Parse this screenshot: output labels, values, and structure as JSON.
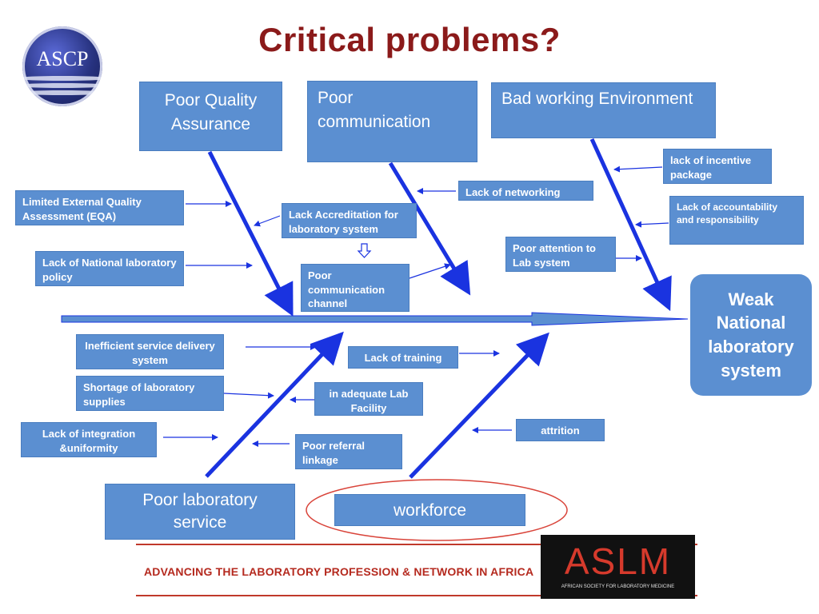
{
  "title": "Critical problems?",
  "effect": "Weak National laboratory system",
  "categories": {
    "quality": "Poor Quality Assurance",
    "communication": "Poor communication",
    "environment": "Bad working Environment",
    "service": "Poor laboratory service",
    "workforce": "workforce"
  },
  "causes": {
    "eqa": "Limited External Quality Assessment (EQA)",
    "national_policy": "Lack of National laboratory policy",
    "accreditation": "Lack Accreditation for laboratory system",
    "comm_channel": "Poor communication channel",
    "networking": "Lack of networking",
    "incentive": "lack  of incentive package",
    "accountability": "Lack of  accountability and responsibility",
    "attention": "Poor attention to Lab system",
    "service_delivery": "Inefficient service delivery system",
    "supplies": "Shortage of  laboratory supplies",
    "integration": "Lack of integration &uniformity",
    "training": "Lack of training",
    "facility": "in adequate Lab Facility",
    "referral": "Poor referral linkage",
    "attrition": "attrition"
  },
  "logos": {
    "ascp": "ASCP",
    "aslm": "ASLM",
    "aslm_sub": "AFRICAN SOCIETY FOR LABORATORY MEDICINE"
  },
  "footer": "ADVANCING THE LABORATORY PROFESSION & NETWORK IN AFRICA",
  "colors": {
    "box": "#5b8fd1",
    "arrow": "#1a33e0",
    "title": "#8b1a1a",
    "footer": "#b52a1f"
  }
}
